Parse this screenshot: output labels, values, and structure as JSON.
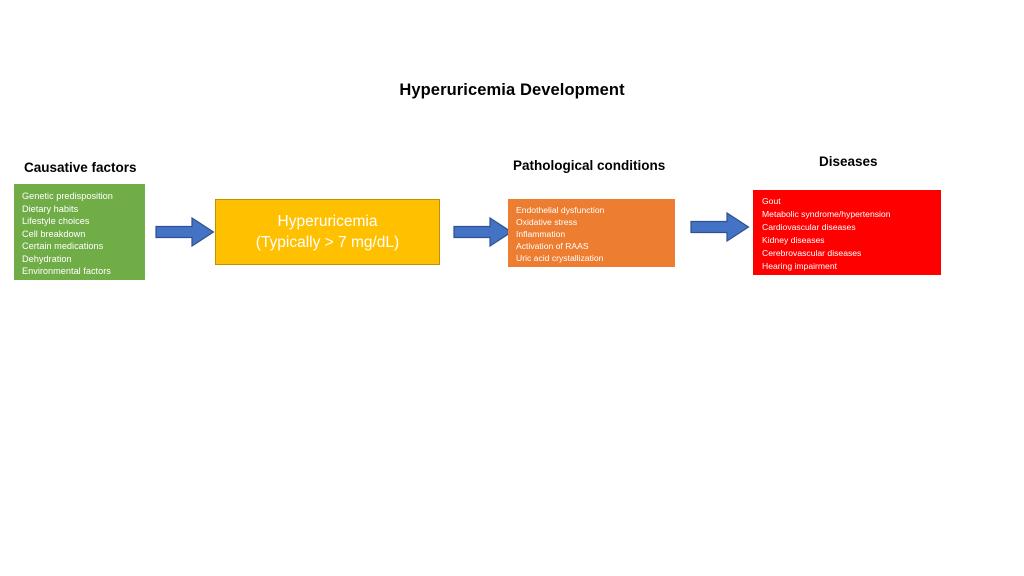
{
  "title": "Hyperuricemia Development",
  "palette": {
    "causative_fill": "#70AD47",
    "hyperuricemia_fill": "#FFC000",
    "hyperuricemia_border": "#BF9000",
    "pathological_fill": "#ED7D31",
    "diseases_fill": "#FF0000",
    "arrow_fill": "#4472C4",
    "arrow_border": "#2F528F",
    "text_on_box": "#FFFFFF",
    "heading_text": "#000000",
    "background": "#FFFFFF"
  },
  "columns": {
    "causative": {
      "heading": "Causative factors",
      "items": [
        "Genetic  predisposition",
        "Dietary  habits",
        "Lifestyle  choices",
        "Cell breakdown",
        "Certain medications",
        "Dehydration",
        "Environmental factors"
      ]
    },
    "hyperuricemia": {
      "line1": "Hyperuricemia",
      "line2": "(Typically > 7 mg/dL)"
    },
    "pathological": {
      "heading": "Pathological conditions",
      "items": [
        "Endothelial dysfunction",
        "Oxidative stress",
        "Inflammation",
        "Activation of RAAS",
        "Uric acid crystallization"
      ]
    },
    "diseases": {
      "heading": "Diseases",
      "items": [
        "Gout",
        "Metabolic syndrome/hypertension",
        "Cardiovascular diseases",
        "Kidney diseases",
        "Cerebrovascular diseases",
        "Hearing impairment"
      ]
    }
  },
  "arrows": [
    {
      "name": "arrow-causative-to-hyperuricemia"
    },
    {
      "name": "arrow-hyperuricemia-to-pathological"
    },
    {
      "name": "arrow-pathological-to-diseases"
    }
  ],
  "chart_data": {
    "type": "diagram",
    "title": "Hyperuricemia Development",
    "flow": "left-to-right",
    "nodes": [
      {
        "id": "causative",
        "label": "Causative factors",
        "color": "#70AD47",
        "items": [
          "Genetic  predisposition",
          "Dietary  habits",
          "Lifestyle  choices",
          "Cell breakdown",
          "Certain medications",
          "Dehydration",
          "Environmental factors"
        ]
      },
      {
        "id": "hyperuricemia",
        "label": "Hyperuricemia (Typically > 7 mg/dL)",
        "color": "#FFC000",
        "items": [
          "Hyperuricemia",
          "(Typically > 7 mg/dL)"
        ]
      },
      {
        "id": "pathological",
        "label": "Pathological conditions",
        "color": "#ED7D31",
        "items": [
          "Endothelial dysfunction",
          "Oxidative stress",
          "Inflammation",
          "Activation of RAAS",
          "Uric acid crystallization"
        ]
      },
      {
        "id": "diseases",
        "label": "Diseases",
        "color": "#FF0000",
        "items": [
          "Gout",
          "Metabolic syndrome/hypertension",
          "Cardiovascular diseases",
          "Kidney diseases",
          "Cerebrovascular diseases",
          "Hearing impairment"
        ]
      }
    ],
    "edges": [
      {
        "from": "causative",
        "to": "hyperuricemia"
      },
      {
        "from": "hyperuricemia",
        "to": "pathological"
      },
      {
        "from": "pathological",
        "to": "diseases"
      }
    ]
  }
}
